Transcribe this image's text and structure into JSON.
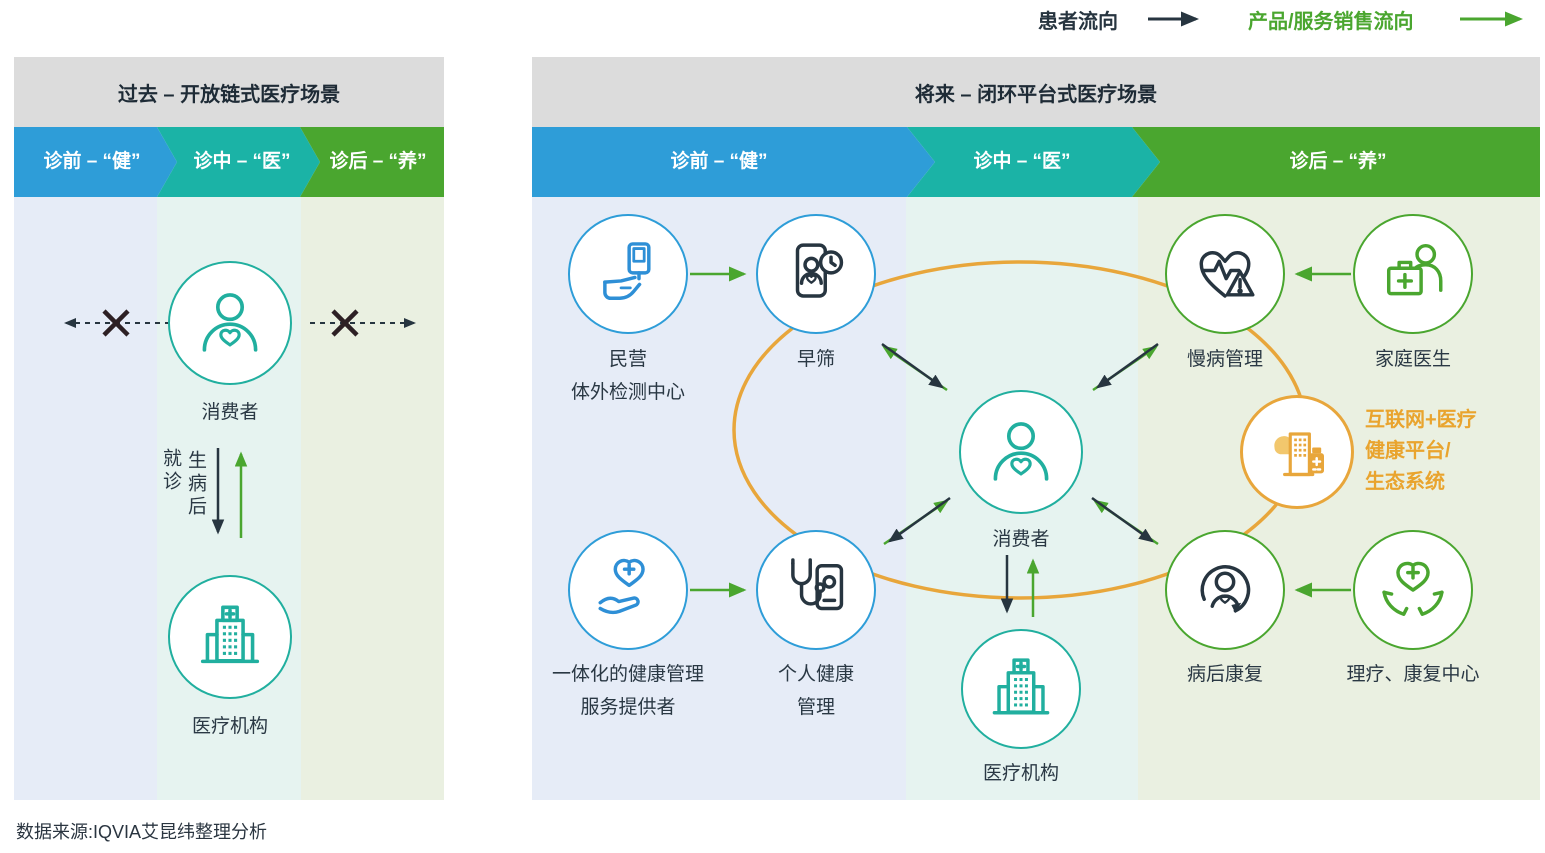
{
  "legend": {
    "patient_flow_label": "患者流向",
    "sales_flow_label": "产品/服务销售流向"
  },
  "left_panel": {
    "title": "过去 – 开放链式医疗场景",
    "stages": [
      "诊前 – “健”",
      "诊中 – “医”",
      "诊后 – “养”"
    ],
    "consumer_label": "消费者",
    "hospital_label": "医疗机构",
    "visit_label_col1": "就诊",
    "visit_label_col2": "生病后"
  },
  "right_panel": {
    "title": "将来 – 闭环平台式医疗场景",
    "stages": [
      "诊前 – “健”",
      "诊中 – “医”",
      "诊后 – “养”"
    ],
    "nodes": {
      "ivd_line1": "民营",
      "ivd_line2": "体外检测中心",
      "early_screening": "早筛",
      "chronic_mgmt": "慢病管理",
      "family_doctor": "家庭医生",
      "consumer": "消费者",
      "platform_line1": "互联网+医疗",
      "platform_line2": "健康平台/",
      "platform_line3": "生态系统",
      "integrated_line1": "一体化的健康管理",
      "integrated_line2": "服务提供者",
      "personal_line1": "个人健康",
      "personal_line2": "管理",
      "hospital": "医疗机构",
      "recovery": "病后康复",
      "physio": "理疗、康复中心"
    }
  },
  "source_note": "数据来源:IQVIA艾昆纬整理分析",
  "colors": {
    "blue": "#2E9DD8",
    "teal": "#1BB3A6",
    "green": "#4AA62F",
    "navy": "#273540",
    "orange": "#E8A63B"
  }
}
